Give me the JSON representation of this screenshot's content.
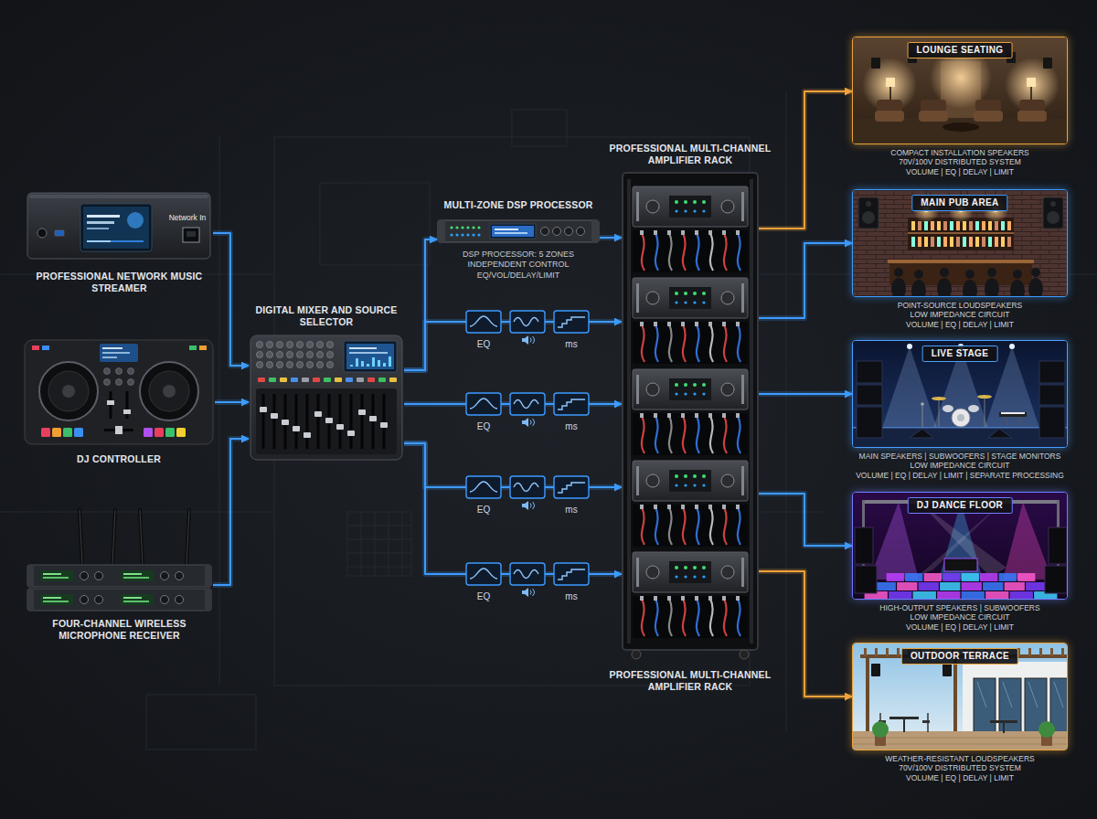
{
  "diagram": {
    "nodes": [
      {
        "text": [
          "PROFESSIONAL NETWORK MUSIC STREAMER"
        ]
      },
      {
        "text": [
          "DJ CONTROLLER"
        ]
      },
      {
        "text": [
          "FOUR-CHANNEL WIRELESS MICROPHONE RECEIVER"
        ]
      },
      {
        "text": [
          "DIGITAL MIXER AND SOURCE SELECTOR"
        ]
      },
      {
        "text": [
          "MULTI-ZONE DSP PROCESSOR",
          "DSP PROCESSOR: 5 ZONES INDEPENDENT CONTROL EQ/VOL/DELAY/LIMIT"
        ]
      },
      {
        "text": [
          "PROFESSIONAL MULTI-CHANNEL AMPLIFIER RACK",
          "PROFESSIONAL MULTI-CHANNEL AMPLIFIER RACK"
        ]
      },
      {
        "text": [
          "LOUNGE SEATING",
          "COMPACT INSTALLATION SPEAKERS",
          "70V/100V DISTRIBUTED SYSTEM",
          "VOLUME | EQ | DELAY | LIMIT"
        ]
      },
      {
        "text": [
          "MAIN PUB AREA",
          "POINT-SOURCE LOUDSPEAKERS",
          "LOW IMPEDANCE CIRCUIT",
          "VOLUME | EQ | DELAY | LIMIT"
        ]
      },
      {
        "text": [
          "LIVE STAGE",
          "MAIN SPEAKERS | SUBWOOFERS | STAGE MONITORS",
          "LOW IMPEDANCE CIRCUIT",
          "VOLUME | EQ | DELAY | LIMIT | SEPARATE PROCESSING"
        ]
      },
      {
        "text": [
          "DJ DANCE FLOOR",
          "HIGH-OUTPUT SPEAKERS | SUBWOOFERS",
          "LOW IMPEDANCE CIRCUIT",
          "VOLUME | EQ | DELAY | LIMIT"
        ]
      },
      {
        "text": [
          "OUTDOOR TERRACE",
          "WEATHER-RESISTANT LOUDSPEAKERS",
          "70V/100V DISTRIBUTED SYSTEM",
          "VOLUME | EQ | DELAY | LIMIT"
        ]
      }
    ],
    "edges": [
      {
        "from": 0,
        "to": 3,
        "arrow": "to"
      },
      {
        "from": 1,
        "to": 3,
        "arrow": "to"
      },
      {
        "from": 2,
        "to": 3,
        "arrow": "to"
      },
      {
        "from": 3,
        "to": 4,
        "arrow": "to"
      },
      {
        "from": 3,
        "to": 5,
        "arrow": "to"
      },
      {
        "from": 3,
        "to": 5,
        "arrow": "to"
      },
      {
        "from": 3,
        "to": 5,
        "arrow": "to"
      },
      {
        "from": 3,
        "to": 5,
        "arrow": "to"
      },
      {
        "from": 4,
        "to": 5,
        "arrow": "to"
      },
      {
        "from": 5,
        "to": 6,
        "arrow": "to"
      },
      {
        "from": 5,
        "to": 7,
        "arrow": "to"
      },
      {
        "from": 5,
        "to": 8,
        "arrow": "to"
      },
      {
        "from": 5,
        "to": 9,
        "arrow": "to"
      },
      {
        "from": 5,
        "to": 10,
        "arrow": "to"
      }
    ],
    "labels": [
      "Network In",
      "EQ",
      "ms",
      "EQ",
      "ms",
      "EQ",
      "ms",
      "EQ",
      "ms"
    ]
  }
}
